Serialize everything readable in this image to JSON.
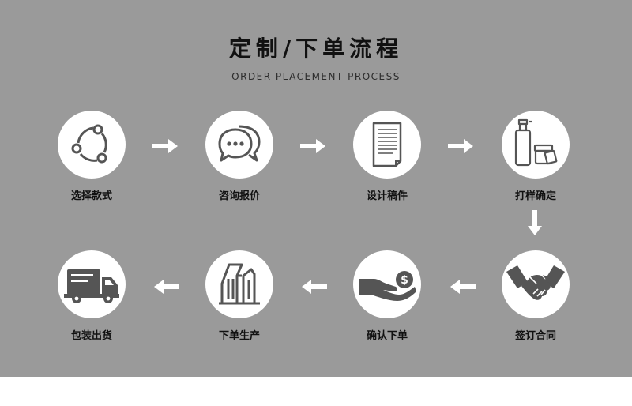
{
  "header": {
    "title": "定制/下单流程",
    "subtitle": "ORDER PLACEMENT PROCESS"
  },
  "steps": [
    {
      "label": "选择款式",
      "icon": "cycle-icon"
    },
    {
      "label": "咨询报价",
      "icon": "chat-bubbles-icon"
    },
    {
      "label": "设计稿件",
      "icon": "document-icon"
    },
    {
      "label": "打样确定",
      "icon": "cosmetic-bottles-icon"
    },
    {
      "label": "签订合同",
      "icon": "handshake-icon"
    },
    {
      "label": "确认下单",
      "icon": "hand-coin-icon"
    },
    {
      "label": "下单生产",
      "icon": "factory-icon"
    },
    {
      "label": "包装出货",
      "icon": "truck-icon"
    }
  ],
  "colors": {
    "panel_background": "#9a9a9a",
    "circle": "#ffffff",
    "arrow": "#ffffff",
    "icon_stroke": "#555555"
  }
}
